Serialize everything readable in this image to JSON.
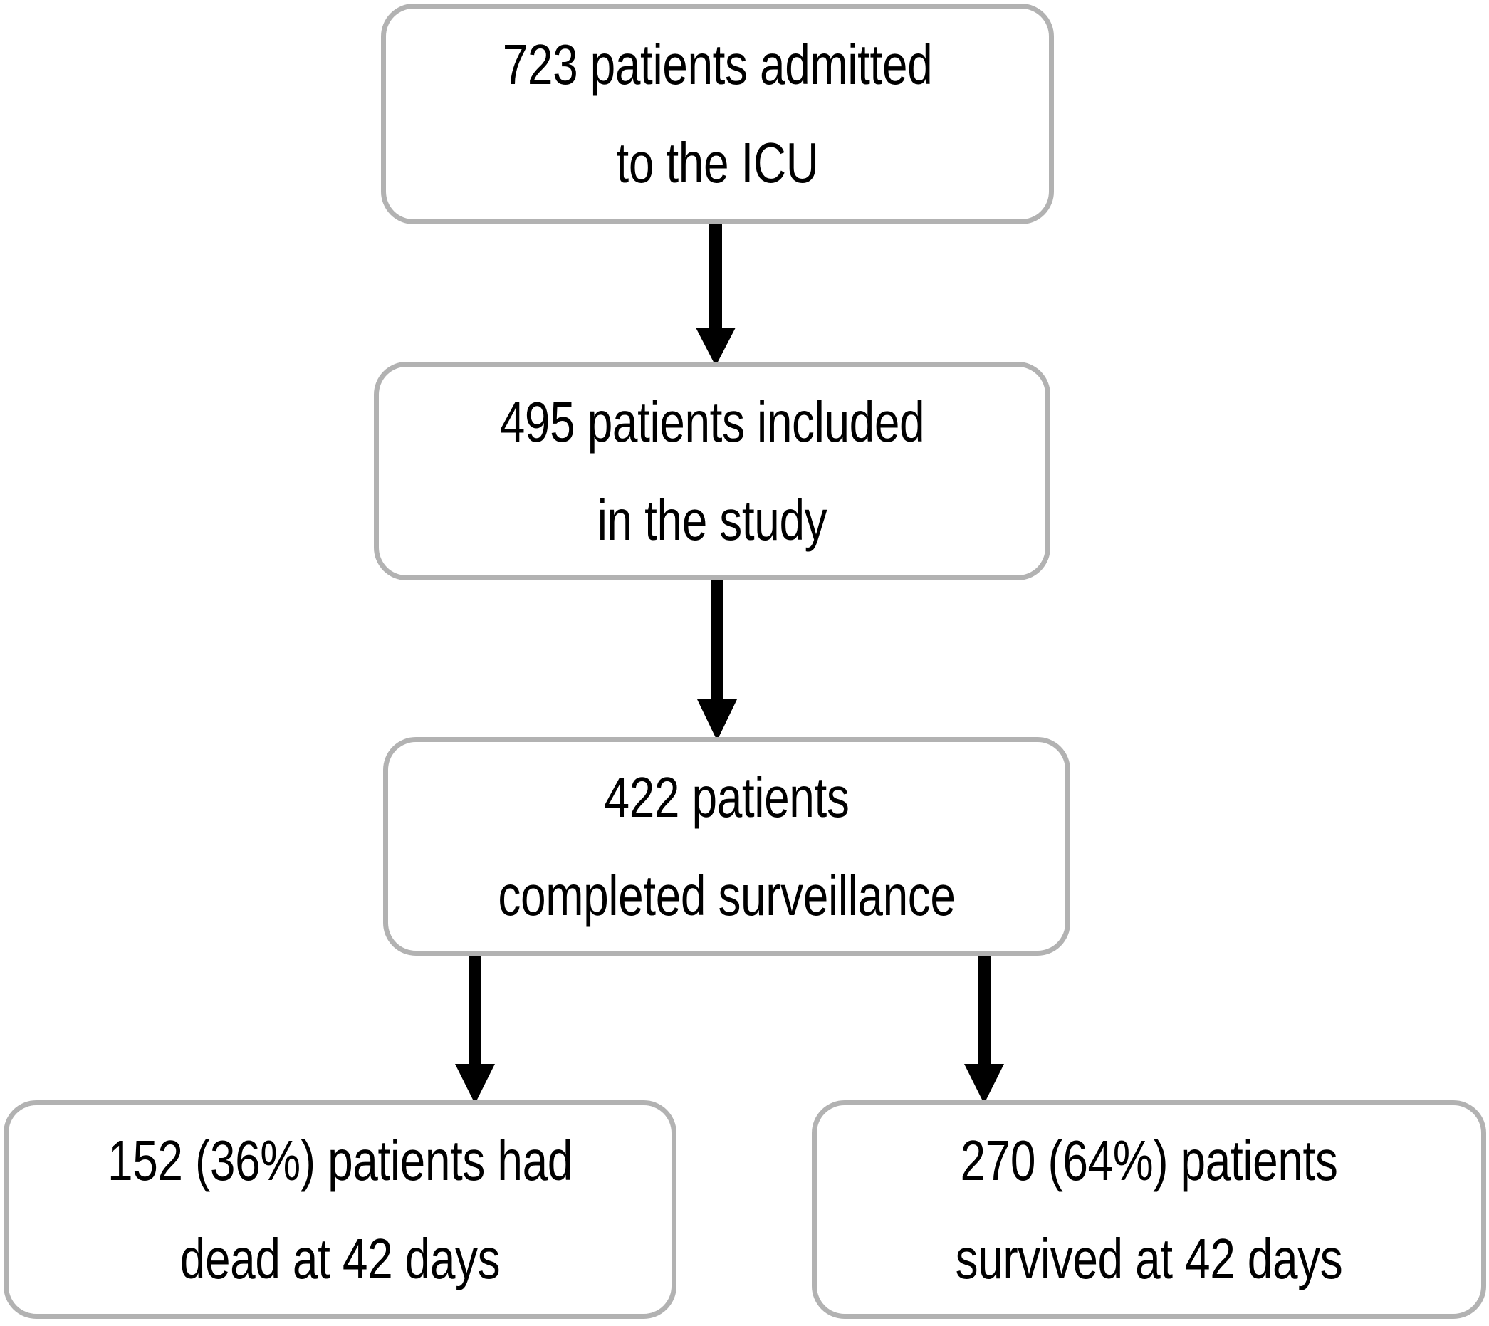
{
  "figure": {
    "type": "flowchart",
    "orientation": "top-down",
    "palette": {
      "box_border": "#b2b2b2",
      "box_fill": "#ffffff",
      "arrow": "#000000",
      "text": "#000000",
      "background": "#ffffff"
    }
  },
  "nodes": {
    "admitted": {
      "id": "admitted",
      "text": "723 patients admitted\nto the ICU",
      "line1": "723 patients admitted",
      "line2": "to the ICU",
      "count": 723
    },
    "included": {
      "id": "included",
      "text": "495 patients included\nin the study",
      "line1": "495 patients included",
      "line2": "in the study",
      "count": 495
    },
    "surveilled": {
      "id": "surveilled",
      "text": "422 patients\ncompleted surveillance",
      "line1": "422 patients",
      "line2": "completed surveillance",
      "count": 422
    },
    "dead": {
      "id": "dead",
      "text": "152 (36%) patients had\ndead at 42 days",
      "line1": "152 (36%) patients had",
      "line2": "dead at 42 days",
      "count": 152,
      "percent": "36%",
      "timepoint": "42 days"
    },
    "survived": {
      "id": "survived",
      "text": "270 (64%) patients\nsurvived at 42 days",
      "line1": "270 (64%) patients",
      "line2": "survived at 42 days",
      "count": 270,
      "percent": "64%",
      "timepoint": "42 days"
    }
  },
  "edges": [
    {
      "id": "admitted-included",
      "from": "admitted",
      "to": "included",
      "label": ""
    },
    {
      "id": "included-surveilled",
      "from": "included",
      "to": "surveilled",
      "label": ""
    },
    {
      "id": "surveilled-dead",
      "from": "surveilled",
      "to": "dead",
      "label": ""
    },
    {
      "id": "surveilled-survived",
      "from": "surveilled",
      "to": "survived",
      "label": ""
    }
  ]
}
